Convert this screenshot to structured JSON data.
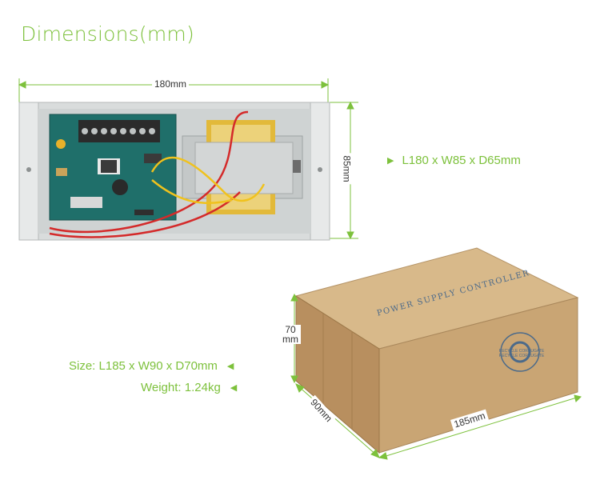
{
  "title": "Dimensions(mm)",
  "device": {
    "width_label": "180mm",
    "height_label": "85mm",
    "size_spec": "L180 x W85 x D65mm"
  },
  "package": {
    "height_label": "70\nmm",
    "height_label_line1": "70",
    "height_label_line2": "mm",
    "depth_label": "90mm",
    "length_label": "185mm",
    "box_print": "POWER SUPPLY CONTROLLER",
    "recycle_text": "RECYCLE CORRUGATE RECYCLE CORRUGATE",
    "size_spec": "Size: L185 x W90 x D70mm",
    "weight_spec": "Weight: 1.24kg"
  },
  "colors": {
    "accent": "#7dc13c",
    "metal": "#e6e8e8",
    "pcb": "#1f6f6a",
    "cardboard": "#c9a574",
    "ink": "#4b6a8a"
  }
}
